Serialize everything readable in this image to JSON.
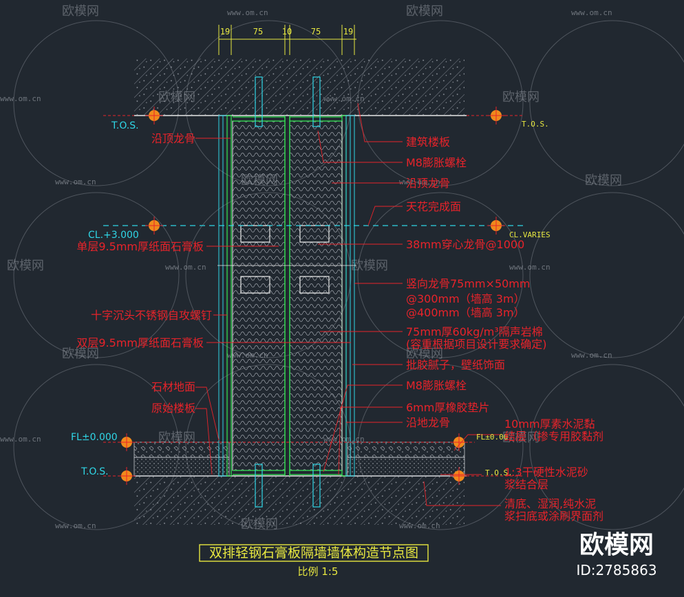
{
  "dims": [
    "19",
    "75",
    "10",
    "75",
    "19"
  ],
  "levels": {
    "tos_top": "T.O.S.",
    "tos_top_right": "T.O.S.",
    "cl": "CL.+3.000",
    "cl_right": "CL.VARIES",
    "fl": "FL±0.000",
    "fl_right": "FL±0.00",
    "tos_bottom": "T.O.S.",
    "tos_bottom_right": "T.O.S."
  },
  "left_labels": [
    "沿顶龙骨",
    "单层9.5mm厚纸面石膏板",
    "十字沉头不锈钢自攻螺钉",
    "双层9.5mm厚纸面石膏板",
    "石材地面",
    "原始楼板"
  ],
  "right_labels": [
    "建筑楼板",
    "M8膨胀螺栓",
    "沿顶龙骨",
    "天花完成面",
    "38mm穿心龙骨@1000",
    "竖向龙骨75mm×50mm",
    "@300mm（墙高 3m）",
    "@400mm（墙高 3m）",
    "75mm厚60kg/m³隔声岩棉",
    "(容重根据项目设计要求确定)",
    "批胶腻子，壁纸饰面",
    "M8膨胀螺栓",
    "6mm厚橡胶垫片",
    "沿地龙骨",
    "10mm厚素水泥黏",
    "结层（掺专用胶黏剂",
    "1:3干硬性水泥砂",
    "浆结合层",
    "清底、湿润,纯水泥",
    "浆扫底或涂刷界面剂"
  ],
  "title": "双排轻钢石膏板隔墙墙体构造节点图",
  "scale": "比例  1:5",
  "watermark": {
    "brand": "欧模网",
    "url": "www.om.cn",
    "id": "ID:2785863"
  },
  "colors": {
    "background": "#212830",
    "annotation": "#e8232a",
    "level": "#2fd6e6",
    "dimension": "#e8e840",
    "board": "#34e854",
    "hatch": "#8a8f98",
    "marker": "#f08a1c"
  }
}
